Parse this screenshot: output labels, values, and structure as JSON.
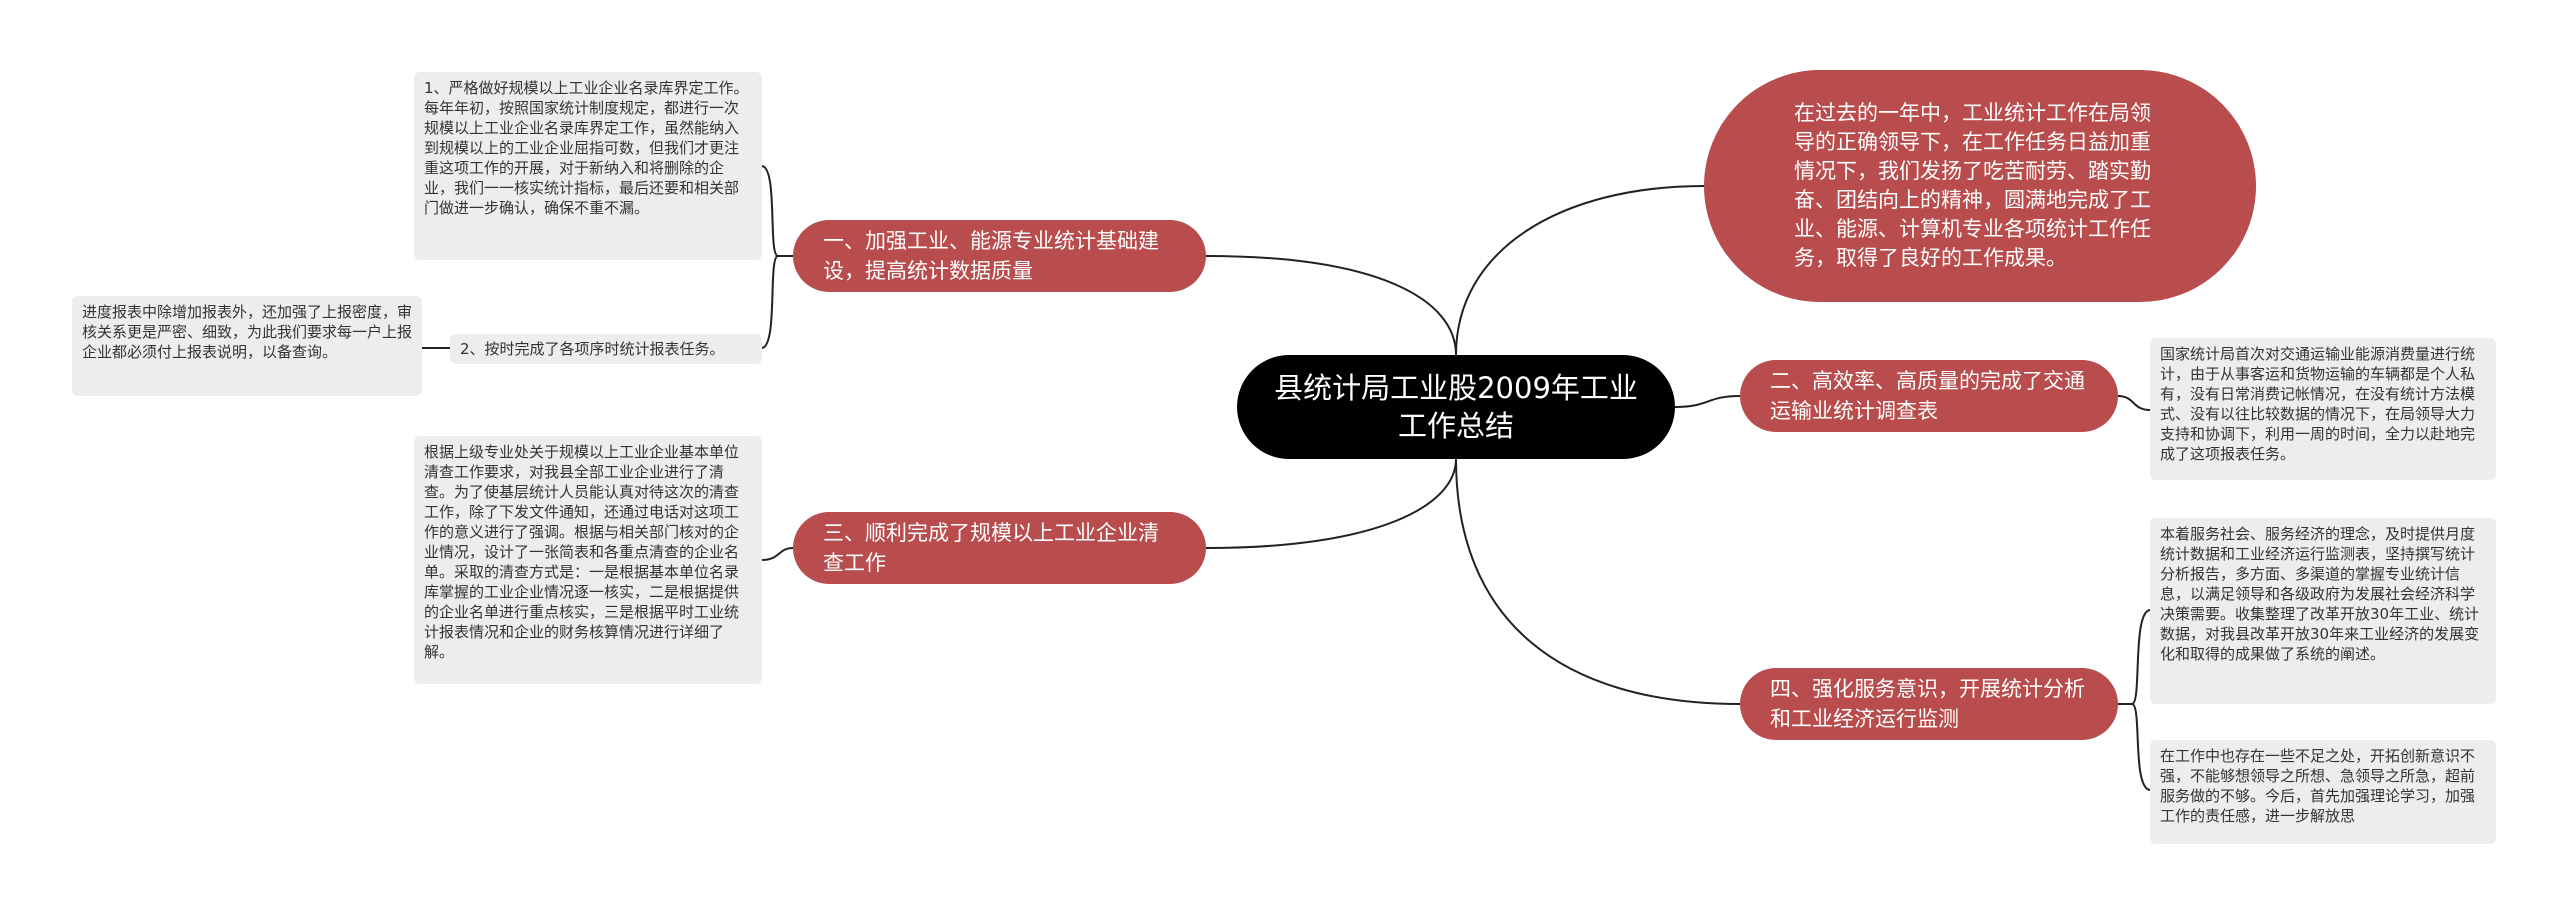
{
  "colors": {
    "branch": "#b94c4c",
    "center": "#000000",
    "leaf_bg": "#ededed",
    "edge": "#222222"
  },
  "center": "县统计局工业股2009年工业工作总结",
  "intro": "在过去的一年中，工业统计工作在局领导的正确领导下，在工作任务日益加重情况下，我们发扬了吃苦耐劳、踏实勤奋、团结向上的精神，圆满地完成了工业、能源、计算机专业各项统计工作任务，取得了良好的工作成果。",
  "branches": [
    {
      "label": "一、加强工业、能源专业统计基础建设，提高统计数据质量",
      "leaves": [
        "1、严格做好规模以上工业企业名录库界定工作。每年年初，按照国家统计制度规定，都进行一次规模以上工业企业名录库界定工作，虽然能纳入到规模以上的工业企业屈指可数，但我们才更注重这项工作的开展，对于新纳入和将删除的企业，我们一一核实统计指标，最后还要和相关部门做进一步确认，确保不重不漏。",
        "2、按时完成了各项序时统计报表任务。"
      ],
      "subleaf": "进度报表中除增加报表外，还加强了上报密度，审核关系更是严密、细致，为此我们要求每一户上报企业都必须付上报表说明，以备查询。"
    },
    {
      "label": "三、顺利完成了规模以上工业企业清查工作",
      "leaves": [
        "根据上级专业处关于规模以上工业企业基本单位清查工作要求，对我县全部工业企业进行了清查。为了使基层统计人员能认真对待这次的清查工作，除了下发文件通知，还通过电话对这项工作的意义进行了强调。根据与相关部门核对的企业情况，设计了一张简表和各重点清查的企业名单。采取的清查方式是：一是根据基本单位名录库掌握的工业企业情况逐一核实，二是根据提供的企业名单进行重点核实，三是根据平时工业统计报表情况和企业的财务核算情况进行详细了解。"
      ]
    },
    {
      "label": "二、高效率、高质量的完成了交通运输业统计调查表",
      "leaves": [
        "国家统计局首次对交通运输业能源消费量进行统计，由于从事客运和货物运输的车辆都是个人私有，没有日常消费记帐情况，在没有统计方法模式、没有以往比较数据的情况下，在局领导大力支持和协调下，利用一周的时间，全力以赴地完成了这项报表任务。"
      ]
    },
    {
      "label": "四、强化服务意识，开展统计分析和工业经济运行监测",
      "leaves": [
        "本着服务社会、服务经济的理念，及时提供月度统计数据和工业经济运行监测表，坚持撰写统计分析报告，多方面、多渠道的掌握专业统计信息，以满足领导和各级政府为发展社会经济科学决策需要。收集整理了改革开放30年工业、统计数据，对我县改革开放30年来工业经济的发展变化和取得的成果做了系统的阐述。",
        "在工作中也存在一些不足之处，开拓创新意识不强，不能够想领导之所想、急领导之所急，超前服务做的不够。今后，首先加强理论学习，加强工作的责任感，进一步解放思"
      ]
    }
  ]
}
